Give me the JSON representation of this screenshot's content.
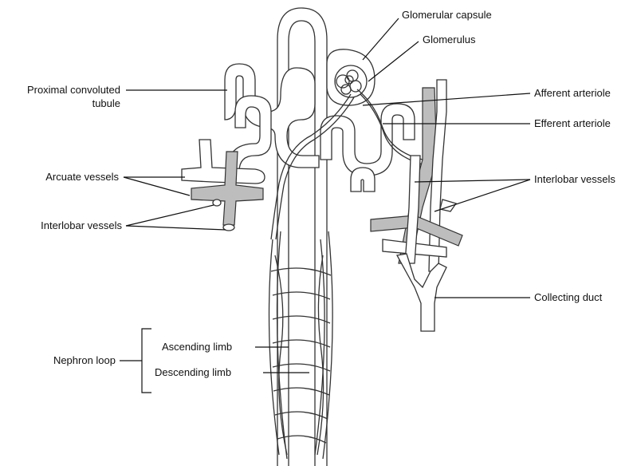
{
  "labels": {
    "glomerular_capsule": "Glomerular capsule",
    "glomerulus": "Glomerulus",
    "proximal_line1": "Proximal convoluted",
    "proximal_line2": "tubule",
    "afferent_arteriole": "Afferent arteriole",
    "efferent_arteriole": "Efferent arteriole",
    "arcuate_vessels": "Arcuate vessels",
    "interlobar_vessels_left": "Interlobar vessels",
    "interlobar_vessels_right": "Interlobar vessels",
    "collecting_duct": "Collecting duct",
    "nephron_loop": "Nephron loop",
    "ascending_limb": "Ascending limb",
    "descending_limb": "Descending limb"
  }
}
